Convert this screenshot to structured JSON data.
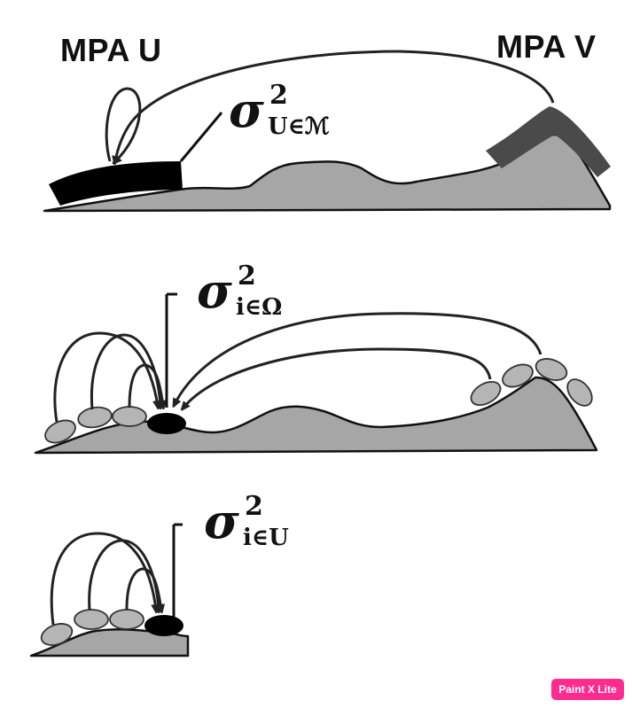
{
  "labels": {
    "mpa_u": "MPA U",
    "mpa_v": "MPA V"
  },
  "formulas": {
    "f1": {
      "symbol": "σ",
      "sup": "2",
      "sub": "U∈ℳ"
    },
    "f2": {
      "symbol": "σ",
      "sup": "2",
      "sub": "i∈Ω"
    },
    "f3": {
      "symbol": "σ",
      "sup": "2",
      "sub": "i∈U"
    }
  },
  "watermark": "Paint X Lite",
  "colors": {
    "terrain": "#a6a6a6",
    "outline": "#111111",
    "block_u": "#000000",
    "block_v": "#4a4a4a",
    "ellipse_fill": "#b5b5b5",
    "focal_ellipse": "#000000",
    "badge": "#ff2b8f"
  }
}
